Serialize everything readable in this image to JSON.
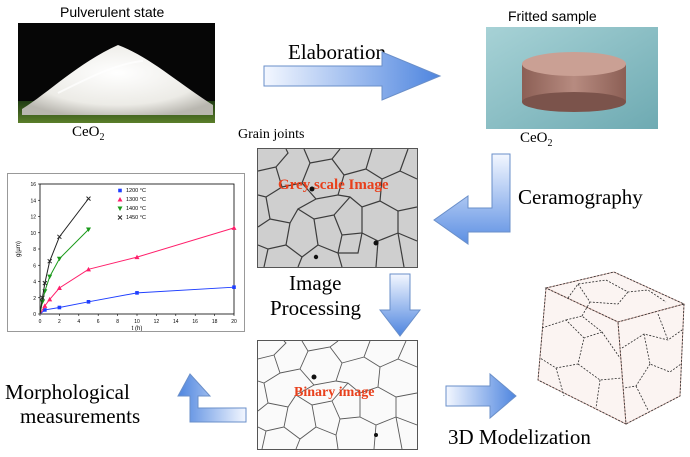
{
  "labels": {
    "pulverulent": "Pulverulent state",
    "fritted": "Fritted sample",
    "ceo2_left": "CeO",
    "ceo2_right": "CeO",
    "subscript": "2",
    "grain_joints": "Grain joints",
    "grey_scale": "Grey scale Image",
    "binary": "Binary image",
    "elaboration": "Elaboration",
    "ceramography": "Ceramography",
    "image_processing_1": "Image",
    "image_processing_2": "Processing",
    "morph_1": "Morphological",
    "morph_2": "measurements",
    "modelization": "3D Modelization"
  },
  "colors": {
    "arrow_fill_light": "#f2f6ff",
    "arrow_fill_dark": "#4f86e0",
    "label_red": "#e8401c",
    "sample_top": "#c79a8e",
    "sample_side": "#9f7166",
    "sample_bg": "#8fc1c7"
  },
  "chart_data": {
    "type": "line",
    "xlabel": "t (h)",
    "ylabel": "g(µm)",
    "xlim": [
      0,
      20
    ],
    "ylim": [
      0,
      16
    ],
    "xticks": [
      "0",
      "2",
      "4",
      "6",
      "8",
      "10",
      "12",
      "14",
      "16",
      "18",
      "20"
    ],
    "yticks": [
      "0",
      "2",
      "4",
      "6",
      "8",
      "10",
      "12",
      "14",
      "16"
    ],
    "legend_position": "top-left",
    "series": [
      {
        "name": "1200 °C",
        "color": "#1f3fff",
        "marker": "square",
        "x": [
          0.5,
          2,
          5,
          10,
          20
        ],
        "y": [
          0.5,
          0.8,
          1.5,
          2.6,
          3.3
        ]
      },
      {
        "name": "1300 °C",
        "color": "#ff1f6b",
        "marker": "triangle",
        "x": [
          0.5,
          1,
          2,
          5,
          10,
          20
        ],
        "y": [
          1.0,
          1.8,
          3.2,
          5.5,
          7.0,
          10.6
        ]
      },
      {
        "name": "1400 °C",
        "color": "#1a9a1a",
        "marker": "triangle-down",
        "x": [
          0.25,
          0.5,
          1,
          2,
          5
        ],
        "y": [
          1.5,
          2.8,
          4.6,
          6.8,
          10.4
        ]
      },
      {
        "name": "1450 °C",
        "color": "#222222",
        "marker": "cross",
        "x": [
          0.25,
          0.5,
          1,
          2,
          5
        ],
        "y": [
          2.0,
          3.8,
          6.5,
          9.5,
          14.2
        ]
      }
    ]
  }
}
